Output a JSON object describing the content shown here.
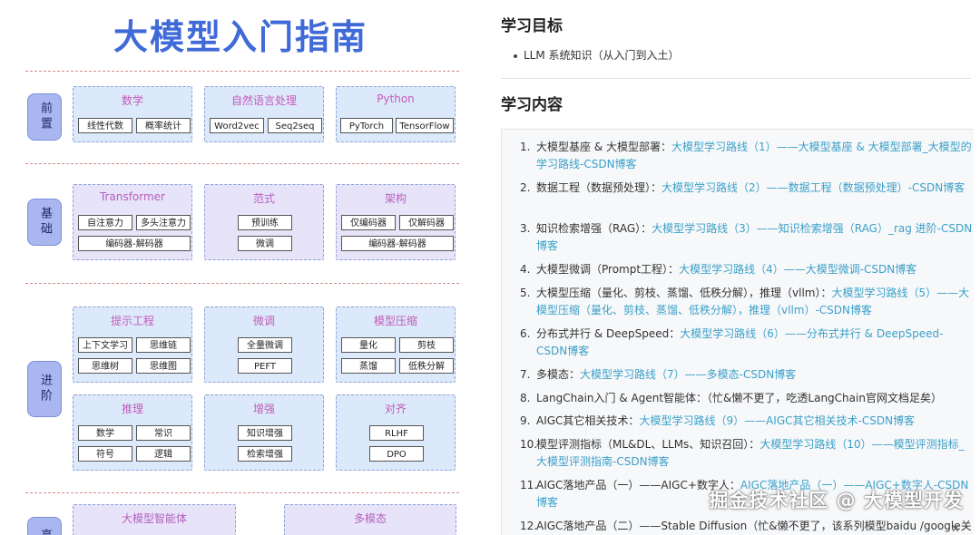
{
  "mindmap": {
    "title": "大模型入门指南",
    "rows": [
      {
        "label": "前置"
      },
      {
        "label": "基础"
      },
      {
        "label": "进阶"
      },
      {
        "label": "高"
      }
    ],
    "boxes": {
      "math": {
        "title": "数学",
        "chips": [
          "线性代数",
          "概率统计"
        ]
      },
      "nlp": {
        "title": "自然语言处理",
        "chips": [
          "Word2vec",
          "Seq2seq"
        ]
      },
      "python": {
        "title": "Python",
        "chips": [
          "PyTorch",
          "TensorFlow"
        ]
      },
      "transformer": {
        "title": "Transformer",
        "chips": [
          "自注意力",
          "多头注意力",
          "编码器-解码器"
        ]
      },
      "paradigm": {
        "title": "范式",
        "chips": [
          "预训练",
          "微调"
        ]
      },
      "arch": {
        "title": "架构",
        "chips": [
          "仅编码器",
          "仅解码器",
          "编码器-解码器"
        ]
      },
      "prompt": {
        "title": "提示工程",
        "chips": [
          "上下文学习",
          "思维链",
          "思维树",
          "思维图"
        ]
      },
      "finetune": {
        "title": "微调",
        "chips": [
          "全量微调",
          "PEFT"
        ]
      },
      "compress": {
        "title": "模型压缩",
        "chips": [
          "量化",
          "剪枝",
          "蒸馏",
          "低秩分解"
        ]
      },
      "reason": {
        "title": "推理",
        "chips": [
          "数学",
          "常识",
          "符号",
          "逻辑"
        ]
      },
      "augment": {
        "title": "增强",
        "chips": [
          "知识增强",
          "检索增强"
        ]
      },
      "align": {
        "title": "对齐",
        "chips": [
          "RLHF",
          "DPO"
        ]
      },
      "agent": {
        "title": "大模型智能体"
      },
      "multimodal": {
        "title": "多模态"
      }
    }
  },
  "article": {
    "goal_heading": "学习目标",
    "goal_item": "LLM 系统知识（从入门到入土）",
    "content_heading": "学习内容",
    "items": [
      {
        "num": "1.",
        "text": "大模型基座 & 大模型部署：",
        "link": "大模型学习路线（1）——大模型基座 & 大模型部署_大模型的学习路线-CSDN博客"
      },
      {
        "num": "2.",
        "text": "数据工程（数据预处理）：",
        "link": "大模型学习路线（2）——数据工程（数据预处理）-CSDN博客"
      },
      {
        "num": "3.",
        "text": "知识检索增强（RAG）：",
        "link": "大模型学习路线（3）——知识检索增强（RAG）_rag 进阶-CSDN博客"
      },
      {
        "num": "4.",
        "text": "大模型微调（Prompt工程）：",
        "link": "大模型学习路线（4）——大模型微调-CSDN博客"
      },
      {
        "num": "5.",
        "text": "大模型压缩（量化、剪枝、蒸馏、低秩分解），推理（vllm）：",
        "link": "大模型学习路线（5）——大模型压缩（量化、剪枝、蒸馏、低秩分解），推理（vllm）-CSDN博客"
      },
      {
        "num": "6.",
        "text": "分布式并行 & DeepSpeed：",
        "link": "大模型学习路线（6）——分布式并行 & DeepSpeed-CSDN博客"
      },
      {
        "num": "7.",
        "text": "多模态：",
        "link": "大模型学习路线（7）——多模态-CSDN博客"
      },
      {
        "num": "8.",
        "text": "LangChain入门 & Agent智能体：（忙&懒不更了，吃透LangChain官网文档足矣）",
        "link": ""
      },
      {
        "num": "9.",
        "text": "AIGC其它相关技术：",
        "link": "大模型学习路线（9）——AIGC其它相关技术-CSDN博客"
      },
      {
        "num": "10.",
        "text": "模型评测指标（ML&DL、LLMs、知识召回）：",
        "link": "大模型学习路线（10）——模型评测指标_大模型评测指南-CSDN博客"
      },
      {
        "num": "11.",
        "text": "AIGC落地产品（一）——AIGC+数字人：",
        "link": "AIGC落地产品（一）——AIGC+数字人-CSDN博客"
      },
      {
        "num": "12.",
        "text": "AIGC落地产品（二）——Stable Diffusion（忙&懒不更了，该系列模型baidu /google关",
        "link": ""
      }
    ],
    "watermark": "掘金技术社区 @ 大模型开发"
  },
  "colors": {
    "title_blue": "#3f6ad8",
    "link": "#3ba0c8",
    "box_blue": "#dbe9fb",
    "box_lavender": "#e7e4f9",
    "side_label": "#a9b6f0"
  }
}
